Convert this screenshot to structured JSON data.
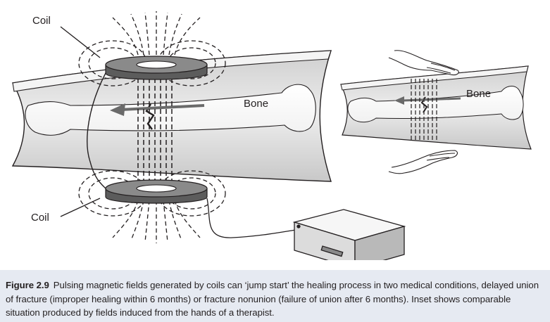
{
  "labels": {
    "coil_top": "Coil",
    "coil_bottom": "Coil",
    "bone_main": "Bone",
    "bone_inset": "Bone"
  },
  "caption": {
    "label": "Figure 2.9",
    "text": "Pulsing magnetic fields generated by coils can ‘jump start’ the healing process in two medical conditions, delayed union of fracture (improper healing within 6 months) or fracture nonunion (failure of union after 6 months). Inset shows comparable situation produced by fields induced from the hands of a therapist."
  },
  "colors": {
    "caption_background": "#e6eaf2",
    "limb_fill": "#e4e4e4",
    "coil_fill": "#6f6f6f",
    "line": "#231f20"
  }
}
